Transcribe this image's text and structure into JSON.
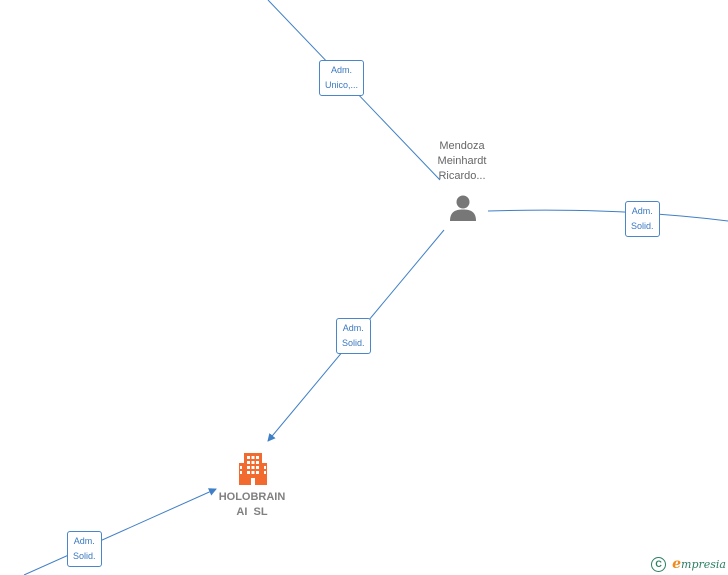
{
  "person": {
    "name_lines": [
      "Mendoza",
      "Meinhardt",
      "Ricardo..."
    ],
    "icon": "person-icon"
  },
  "company": {
    "name_lines": [
      "HOLOBRAIN",
      "AI  SL"
    ],
    "icon": "building-icon",
    "color": "#f26a2e"
  },
  "edges": [
    {
      "label_lines": [
        "Adm.",
        "Unico,..."
      ]
    },
    {
      "label_lines": [
        "Adm.",
        "Solid."
      ]
    },
    {
      "label_lines": [
        "Adm.",
        "Solid."
      ]
    },
    {
      "label_lines": [
        "Adm.",
        "Solid."
      ]
    }
  ],
  "colors": {
    "edge": "#3f7fc6",
    "label_text": "#3a78c0",
    "person_icon": "#777777"
  },
  "brand": {
    "copyright_symbol": "C",
    "initial": "e",
    "rest": "mpresia"
  }
}
